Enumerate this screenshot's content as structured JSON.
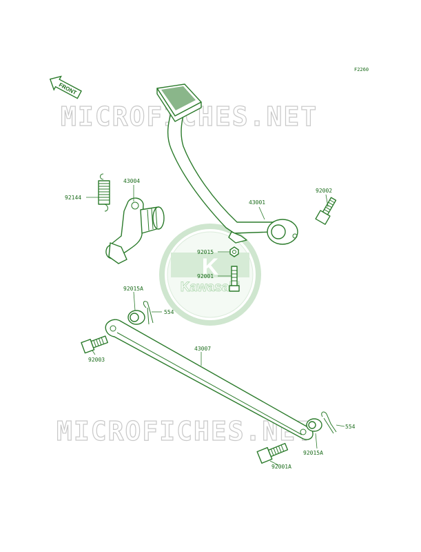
{
  "figure_code": "F2260",
  "front_indicator": "FRONT",
  "watermark": {
    "text": "MICROFICHES.NET",
    "logo_letter": "K",
    "logo_text": "Kawasaki"
  },
  "parts": [
    {
      "number": "92144",
      "name": "spring"
    },
    {
      "number": "43004",
      "name": "brake-pedal-shaft"
    },
    {
      "number": "43001",
      "name": "brake-pedal"
    },
    {
      "number": "92002",
      "name": "bolt"
    },
    {
      "number": "92015",
      "name": "nut"
    },
    {
      "number": "92001",
      "name": "bolt"
    },
    {
      "number": "92015A",
      "name": "nut"
    },
    {
      "number": "554",
      "name": "cotter-pin"
    },
    {
      "number": "92003",
      "name": "bolt"
    },
    {
      "number": "43007",
      "name": "brake-rod"
    },
    {
      "number": "554",
      "name": "cotter-pin"
    },
    {
      "number": "92015A",
      "name": "nut"
    },
    {
      "number": "92001A",
      "name": "bolt"
    }
  ],
  "colors": {
    "line": "#2a7a2a",
    "watermark": "#c8c8c8",
    "logo": "#b8dcb8"
  }
}
